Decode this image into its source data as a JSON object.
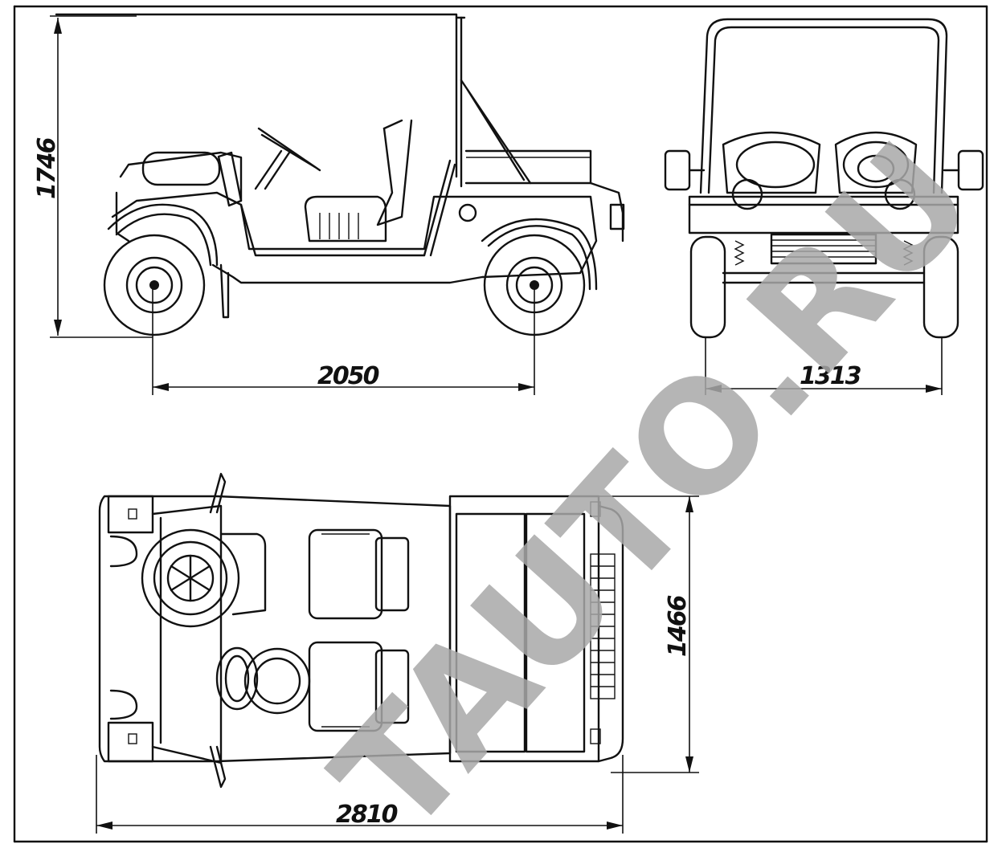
{
  "dimensions": {
    "height": "1746",
    "wheelbase": "2050",
    "track": "1313",
    "width": "1466",
    "length": "2810"
  },
  "watermark": {
    "text": "TAUTO.RU",
    "color": "#a8a8a8"
  },
  "line_color": "#111111",
  "background_color": "#ffffff"
}
